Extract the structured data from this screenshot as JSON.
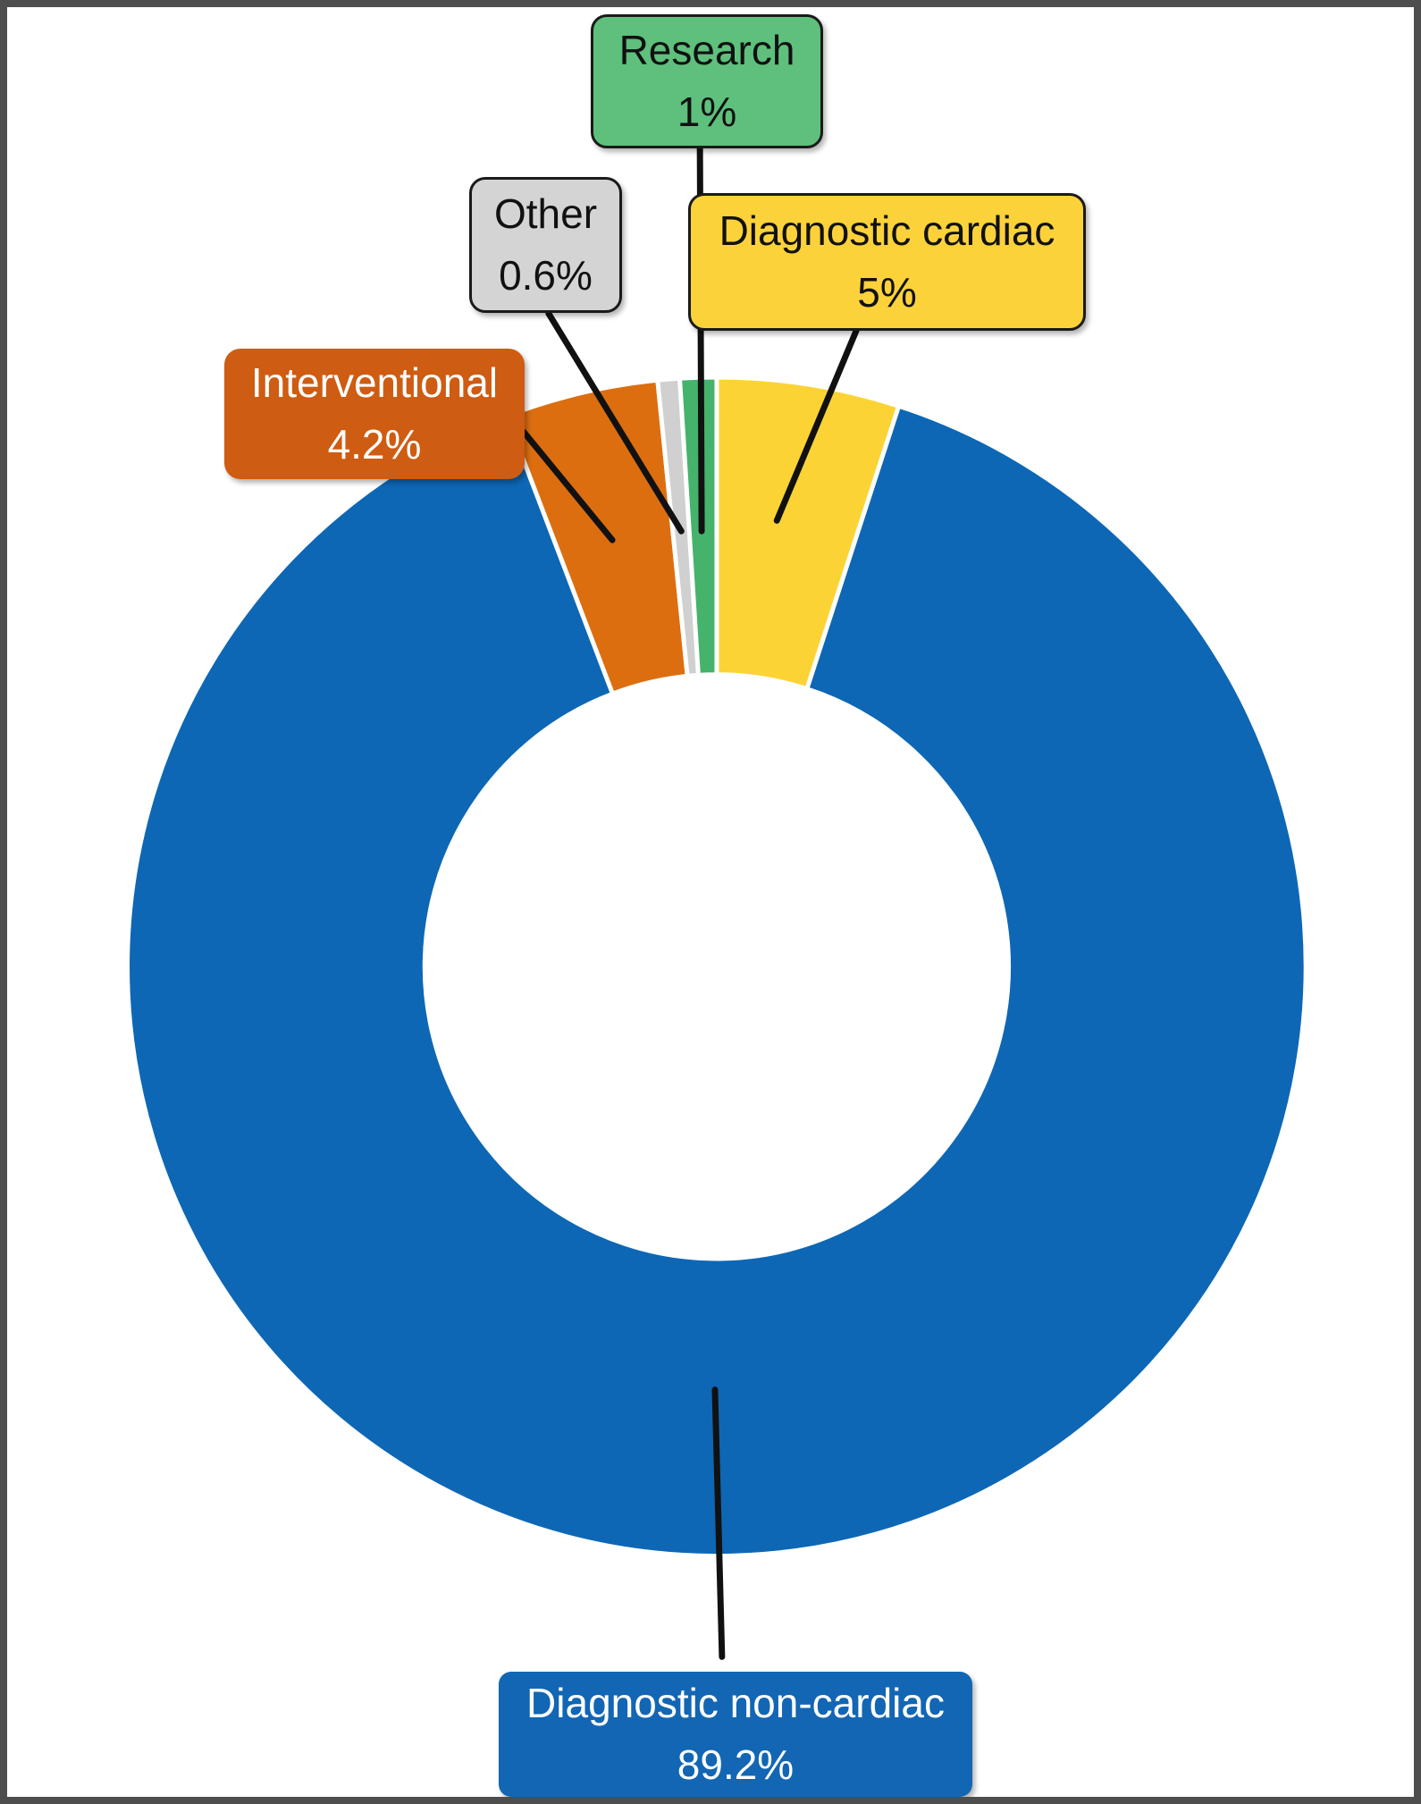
{
  "chart_data": {
    "type": "pie",
    "variant": "donut",
    "title": "",
    "unit": "%",
    "direction": "clockwise",
    "start_angle_deg": 0,
    "donut_hole_ratio": 0.5,
    "legend_position": "callout-labels-with-leader-lines",
    "categories": [
      "Diagnostic non-cardiac",
      "Diagnostic cardiac",
      "Interventional",
      "Research",
      "Other"
    ],
    "values": [
      89.2,
      5,
      4.2,
      1,
      0.6
    ],
    "segments": [
      {
        "label": "Diagnostic cardiac",
        "value": 5,
        "display": "5%",
        "color": "#FBD335"
      },
      {
        "label": "Diagnostic non-cardiac",
        "value": 89.2,
        "display": "89.2%",
        "color": "#0D67B5"
      },
      {
        "label": "Interventional",
        "value": 4.2,
        "display": "4.2%",
        "color": "#DC6E10"
      },
      {
        "label": "Other",
        "value": 0.6,
        "display": "0.6%",
        "color": "#D0D0D0"
      },
      {
        "label": "Research",
        "value": 1,
        "display": "1%",
        "color": "#45B36B"
      }
    ]
  },
  "callouts": {
    "research": {
      "label": "Research",
      "value": "1%",
      "bg": "#5EC07C",
      "text_color": "#111111",
      "bordered": true
    },
    "other": {
      "label": "Other",
      "value": "0.6%",
      "bg": "#D4D4D4",
      "text_color": "#111111",
      "bordered": true
    },
    "diagnostic_cardiac": {
      "label": "Diagnostic cardiac",
      "value": "5%",
      "bg": "#FBD23A",
      "text_color": "#111111",
      "bordered": true
    },
    "interventional": {
      "label": "Interventional",
      "value": "4.2%",
      "bg": "#CE5C12",
      "text_color": "#FFFFFF",
      "bordered": false
    },
    "diagnostic_non_cardiac": {
      "label": "Diagnostic non-cardiac",
      "value": "89.2%",
      "bg": "#1266B4",
      "text_color": "#FFFFFF",
      "bordered": false
    }
  },
  "colors": {
    "leader_line": "#111111",
    "slice_gap": "#FFFFFF",
    "frame_border": "#4E4E4E"
  }
}
